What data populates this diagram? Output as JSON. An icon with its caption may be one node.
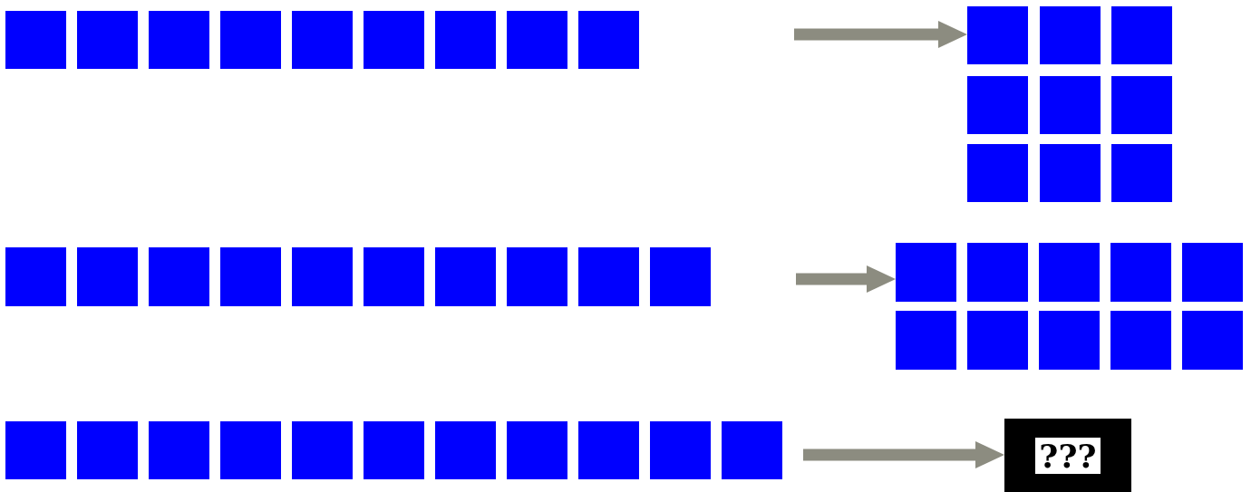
{
  "diagram": {
    "nodes": [
      {
        "text": [],
        "shape": "box"
      },
      {
        "text": [],
        "shape": "box"
      },
      {
        "text": [],
        "shape": "box"
      },
      {
        "text": [],
        "shape": "box"
      },
      {
        "text": [],
        "shape": "box"
      },
      {
        "text": [],
        "shape": "box"
      },
      {
        "text": [],
        "shape": "box"
      },
      {
        "text": [],
        "shape": "box"
      },
      {
        "text": [],
        "shape": "box"
      },
      {
        "text": [],
        "shape": "box"
      },
      {
        "text": [],
        "shape": "box"
      },
      {
        "text": [],
        "shape": "box"
      },
      {
        "text": [],
        "shape": "box"
      },
      {
        "text": [],
        "shape": "box"
      },
      {
        "text": [],
        "shape": "box"
      },
      {
        "text": [],
        "shape": "box"
      },
      {
        "text": [],
        "shape": "box"
      },
      {
        "text": [],
        "shape": "box"
      },
      {
        "text": [],
        "shape": "box"
      },
      {
        "text": [],
        "shape": "box"
      },
      {
        "text": [],
        "shape": "box"
      },
      {
        "text": [],
        "shape": "box"
      },
      {
        "text": [],
        "shape": "box"
      },
      {
        "text": [],
        "shape": "box"
      },
      {
        "text": [],
        "shape": "box"
      },
      {
        "text": [],
        "shape": "box"
      },
      {
        "text": [],
        "shape": "box"
      },
      {
        "text": [],
        "shape": "box"
      },
      {
        "text": [],
        "shape": "box"
      },
      {
        "text": [],
        "shape": "box"
      },
      {
        "text": [],
        "shape": "box"
      },
      {
        "text": [],
        "shape": "box"
      },
      {
        "text": [],
        "shape": "box"
      },
      {
        "text": [],
        "shape": "box"
      },
      {
        "text": [],
        "shape": "box"
      },
      {
        "text": [],
        "shape": "box"
      },
      {
        "text": [],
        "shape": "box"
      },
      {
        "text": [],
        "shape": "box"
      },
      {
        "text": [],
        "shape": "box"
      },
      {
        "text": [],
        "shape": "box"
      },
      {
        "text": [],
        "shape": "box"
      },
      {
        "text": [],
        "shape": "box"
      },
      {
        "text": [],
        "shape": "box"
      },
      {
        "text": [],
        "shape": "box"
      },
      {
        "text": [],
        "shape": "box"
      },
      {
        "text": [],
        "shape": "box"
      },
      {
        "text": [],
        "shape": "box"
      },
      {
        "text": [],
        "shape": "box"
      },
      {
        "text": [],
        "shape": "box"
      },
      {
        "text": [
          "???"
        ]
      }
    ],
    "edges": [
      {
        "from": null,
        "to": 9,
        "arrow": "to"
      },
      {
        "from": null,
        "to": 28,
        "arrow": "to"
      },
      {
        "from": null,
        "to": 49,
        "arrow": "to"
      }
    ]
  }
}
